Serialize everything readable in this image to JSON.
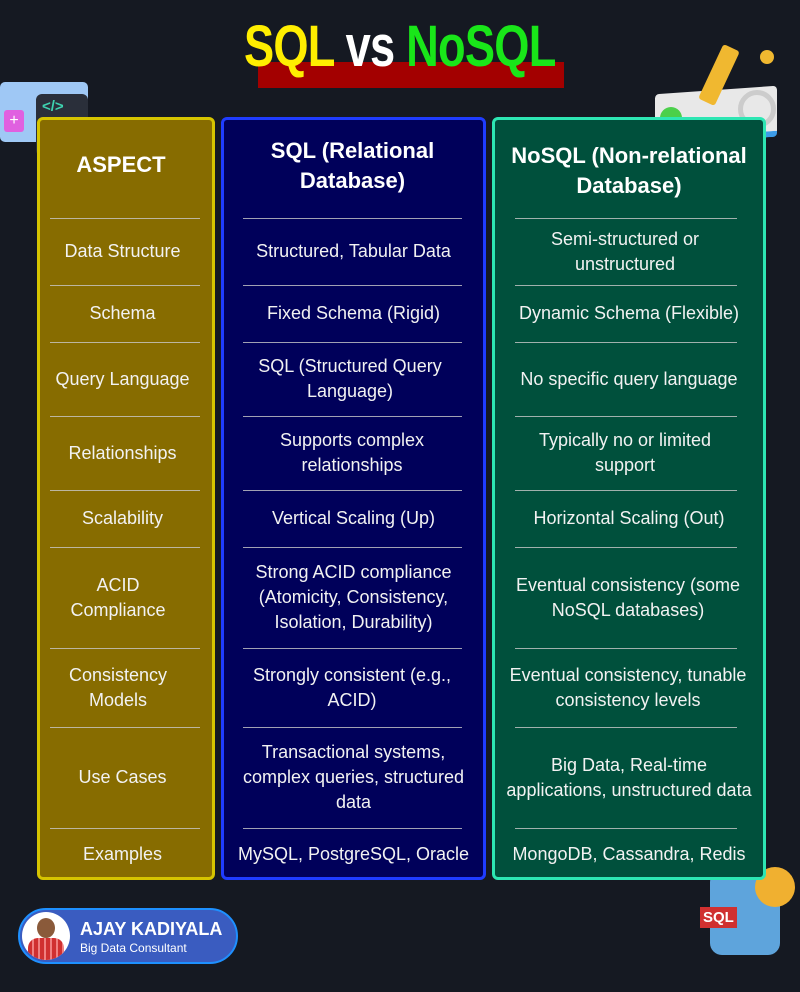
{
  "title": {
    "part1": "SQL",
    "part2": "vs",
    "part3": "NoSQL"
  },
  "columns": {
    "aspect": "ASPECT",
    "sql": "SQL (Relational Database)",
    "nosql": "NoSQL (Non-relational Database)"
  },
  "rows": [
    {
      "aspect": "Data Structure",
      "sql": "Structured, Tabular Data",
      "nosql": "Semi-structured or unstructured"
    },
    {
      "aspect": "Schema",
      "sql": "Fixed Schema (Rigid)",
      "nosql": "Dynamic Schema (Flexible)"
    },
    {
      "aspect": "Query Language",
      "sql": "SQL (Structured Query Language)",
      "nosql": "No specific query language"
    },
    {
      "aspect": "Relationships",
      "sql": "Supports complex relationships",
      "nosql": "Typically no or limited support"
    },
    {
      "aspect": "Scalability",
      "sql": "Vertical Scaling (Up)",
      "nosql": "Horizontal Scaling (Out)"
    },
    {
      "aspect": "ACID Compliance",
      "sql": "Strong ACID compliance (Atomicity, Consistency, Isolation, Durability)",
      "nosql": "Eventual consistency (some NoSQL databases)"
    },
    {
      "aspect": "Consistency Models",
      "sql": "Strongly consistent (e.g., ACID)",
      "nosql": "Eventual consistency, tunable consistency levels"
    },
    {
      "aspect": "Use Cases",
      "sql": "Transactional systems, complex queries, structured data",
      "nosql": "Big Data, Real-time applications, unstructured data"
    },
    {
      "aspect": "Examples",
      "sql": "MySQL, PostgreSQL, Oracle",
      "nosql": "MongoDB, Cassandra, Redis"
    }
  ],
  "author": {
    "name": "AJAY KADIYALA",
    "role": "Big Data Consultant"
  },
  "decorations": {
    "db_label": "SQL",
    "code_icon": "</>"
  },
  "colors": {
    "background": "#151922",
    "aspect": "#876c00",
    "sql": "#00005a",
    "nosql": "#00503c",
    "title_bar": "#a30000"
  }
}
